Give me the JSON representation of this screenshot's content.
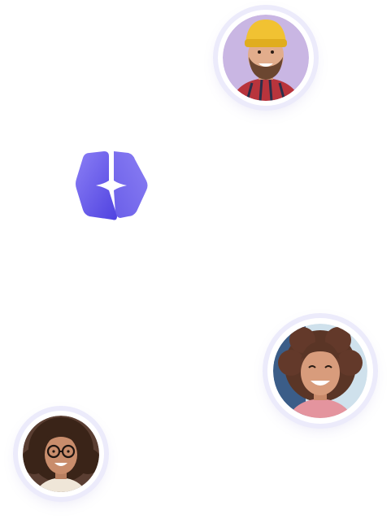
{
  "page": {
    "background": "#ffffff",
    "ring_color": "#ecebfb"
  },
  "logo": {
    "icon": "diamond-hexagon-logo-icon",
    "color_light": "#8b7ff5",
    "color_dark": "#4f42e0"
  },
  "avatars": [
    {
      "icon": "man-yellow-beanie-avatar",
      "background": "#c9b6e3"
    },
    {
      "icon": "woman-curly-hair-avatar",
      "background": "#cfe1ec"
    },
    {
      "icon": "girl-glasses-avatar",
      "background": "#5a3e32"
    }
  ]
}
